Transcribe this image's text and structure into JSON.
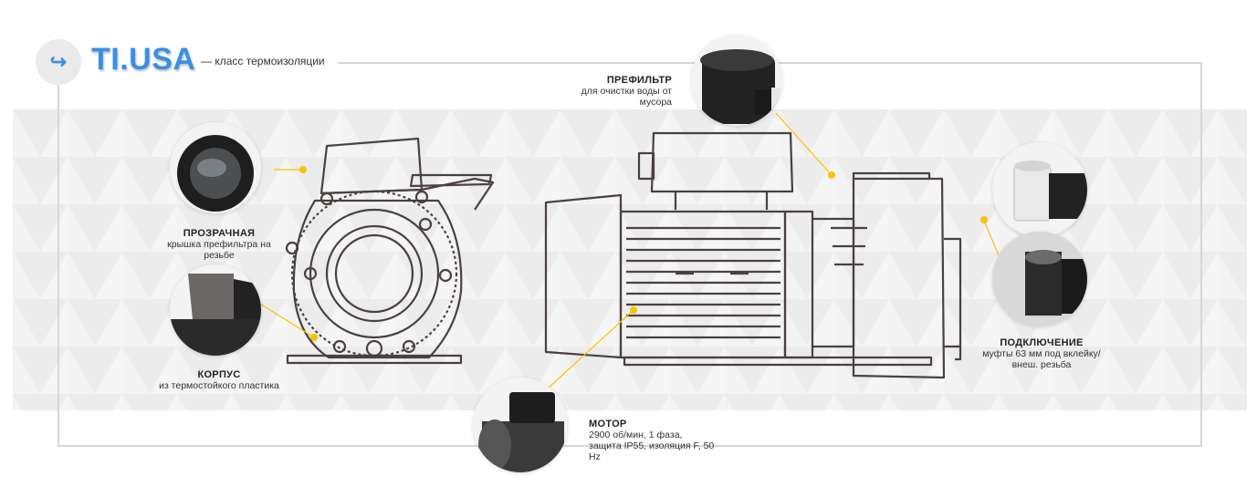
{
  "header": {
    "icon": "arrow-hook-icon",
    "icon_glyph": "↪",
    "brand": "TI.USA",
    "tagline": "— класс термоизоляции"
  },
  "callouts": {
    "prefilter": {
      "title": "ПРЕФИЛЬТР",
      "text": "для очистки воды от мусора"
    },
    "transparent": {
      "title": "ПРОЗРАЧНАЯ",
      "text": "крышка префильтра на резьбе"
    },
    "body": {
      "title": "КОРПУС",
      "text": "из термостойкого пластика"
    },
    "motor": {
      "title": "МОТОР",
      "text": "2900 об/мин, 1 фаза, защита IP55, изоляция F, 50 Hz"
    },
    "connection": {
      "title": "ПОДКЛЮЧЕНИЕ",
      "text": "муфты 63 мм под вклейку/ внеш. резьба"
    }
  },
  "colors": {
    "accent": "#3b90e6",
    "marker": "#f5c400",
    "line": "#4a4040"
  }
}
